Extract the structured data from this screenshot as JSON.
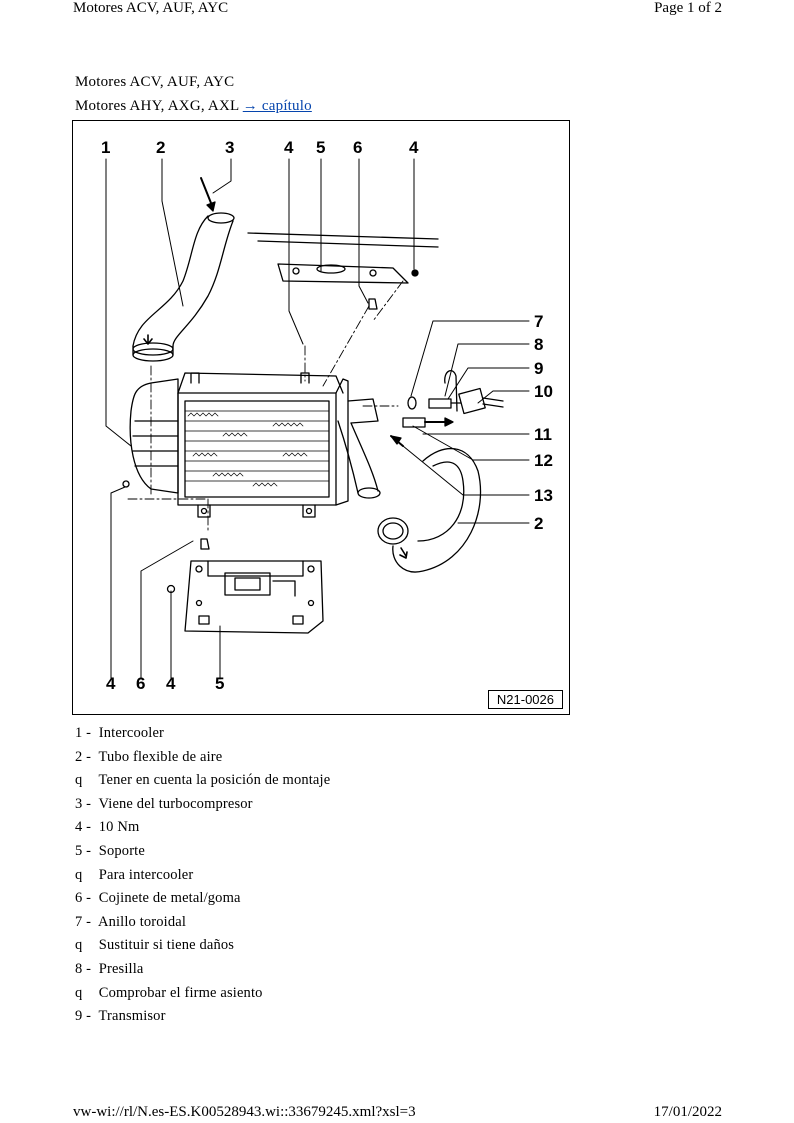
{
  "header": {
    "title_left": "Motores ACV, AUF, AYC",
    "page_right": "Page 1 of 2"
  },
  "subtitle": {
    "line1": "Motores ACV, AUF, AYC",
    "line2_prefix": "Motores AHY, AXG, AXL",
    "line2_link": "→ capítulo"
  },
  "figure": {
    "code": "N21-0026",
    "callouts": {
      "top": [
        "1",
        "2",
        "3",
        "4",
        "5",
        "6",
        "4"
      ],
      "right": [
        "7",
        "8",
        "9",
        "10",
        "11",
        "12",
        "13",
        "2"
      ],
      "bottom": [
        "4",
        "6",
        "4",
        "5"
      ]
    }
  },
  "legend": [
    {
      "marker": "1 -",
      "text": "Intercooler"
    },
    {
      "marker": "2 -",
      "text": "Tubo flexible de aire"
    },
    {
      "marker": "q",
      "text": "Tener en cuenta la posición de montaje"
    },
    {
      "marker": "3 -",
      "text": "Viene del turbocompresor"
    },
    {
      "marker": "4 -",
      "text": "10 Nm"
    },
    {
      "marker": "5 -",
      "text": "Soporte"
    },
    {
      "marker": "q",
      "text": "Para intercooler"
    },
    {
      "marker": "6 -",
      "text": "Cojinete de metal/goma"
    },
    {
      "marker": "7 -",
      "text": "Anillo toroidal"
    },
    {
      "marker": "q",
      "text": "Sustituir si tiene daños"
    },
    {
      "marker": "8 -",
      "text": "Presilla"
    },
    {
      "marker": "q",
      "text": "Comprobar el firme asiento"
    },
    {
      "marker": "9 -",
      "text": "Transmisor"
    }
  ],
  "footer": {
    "url": "vw-wi://rl/N.es-ES.K00528943.wi::33679245.xml?xsl=3",
    "date": "17/01/2022"
  }
}
